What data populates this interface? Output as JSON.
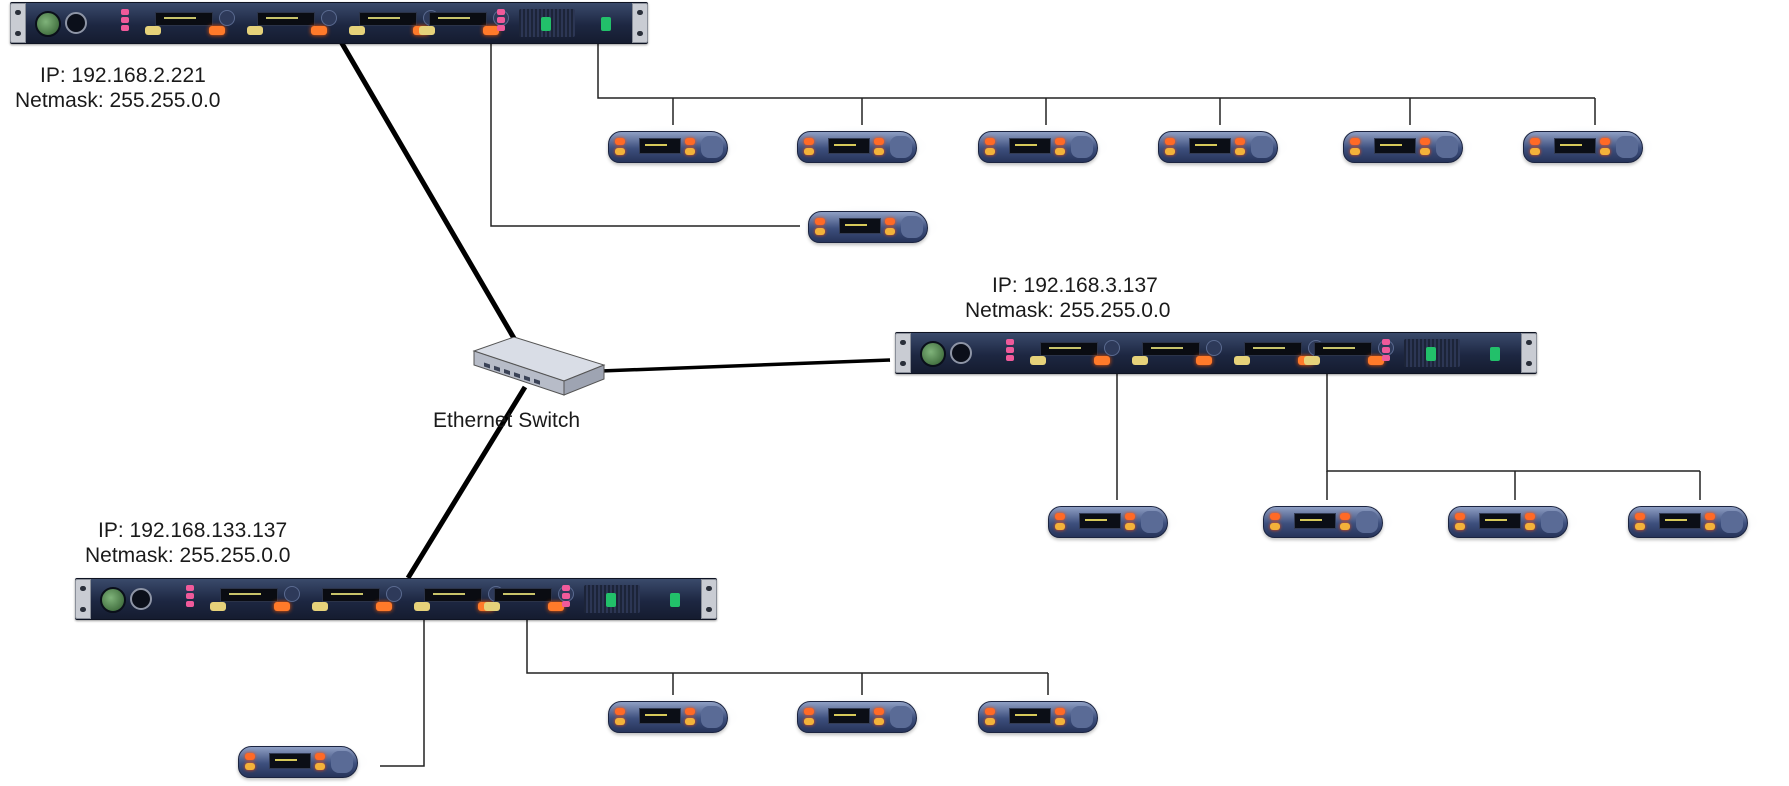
{
  "stations": {
    "top": {
      "ip": "IP: 192.168.2.221",
      "netmask": "Netmask: 255.255.0.0"
    },
    "middle": {
      "ip": "IP: 192.168.3.137",
      "netmask": "Netmask: 255.255.0.0"
    },
    "bottom": {
      "ip": "IP: 192.168.133.137",
      "netmask": "Netmask: 255.255.0.0"
    }
  },
  "switch": {
    "label": "Ethernet Switch"
  },
  "colors": {
    "cable_thick": "#000000",
    "cable_thin": "#222222",
    "station_body": "#1d2742",
    "beltpack_body": "#3d4f7d",
    "key_orange": "#ff7a2a"
  }
}
